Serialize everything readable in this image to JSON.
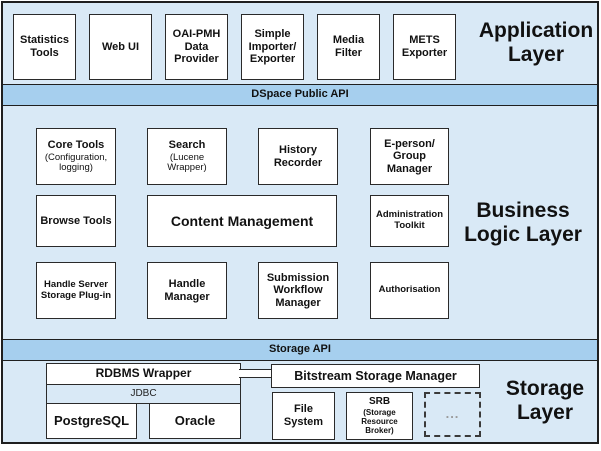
{
  "bars": {
    "dspace_public_api": "DSpace Public API",
    "storage_api": "Storage API"
  },
  "application_layer": {
    "label_lines": [
      "Application",
      "Layer"
    ],
    "boxes": [
      "Statistics Tools",
      "Web UI",
      "OAI-PMH Data Provider",
      "Simple Importer/ Exporter",
      "Media Filter",
      "METS Exporter"
    ]
  },
  "business_layer": {
    "label_lines": [
      "Business",
      "Logic Layer"
    ],
    "boxes": {
      "core_tools": {
        "title": "Core Tools",
        "subtitle": "(Configuration, logging)"
      },
      "search": {
        "title": "Search",
        "subtitle": "(Lucene Wrapper)"
      },
      "history_recorder": {
        "title": "History Recorder"
      },
      "eperson_group_manager": {
        "title": "E-person/ Group Manager"
      },
      "browse_tools": {
        "title": "Browse Tools"
      },
      "content_management": {
        "title": "Content Management"
      },
      "administration_toolkit": {
        "title": "Administration Toolkit"
      },
      "handle_server_storage_plugin": {
        "title": "Handle Server Storage Plug-in"
      },
      "handle_manager": {
        "title": "Handle Manager"
      },
      "submission_workflow_manager": {
        "title": "Submission Workflow Manager"
      },
      "authorisation": {
        "title": "Authorisation"
      }
    }
  },
  "storage_layer": {
    "label_lines": [
      "Storage",
      "Layer"
    ],
    "boxes": {
      "rdbms_wrapper": "RDBMS Wrapper",
      "jdbc": "JDBC",
      "postgresql": "PostgreSQL",
      "oracle": "Oracle",
      "bitstream_storage_manager": "Bitstream Storage Manager",
      "file_system": "File System",
      "srb": {
        "title": "SRB",
        "subtitle": "(Storage Resource Broker)"
      },
      "ellipsis": "..."
    }
  },
  "colors": {
    "section_background": "#d9e9f6",
    "api_bar_background": "#a6cfee",
    "box_background": "#ffffff",
    "border": "#1f1f1f"
  }
}
